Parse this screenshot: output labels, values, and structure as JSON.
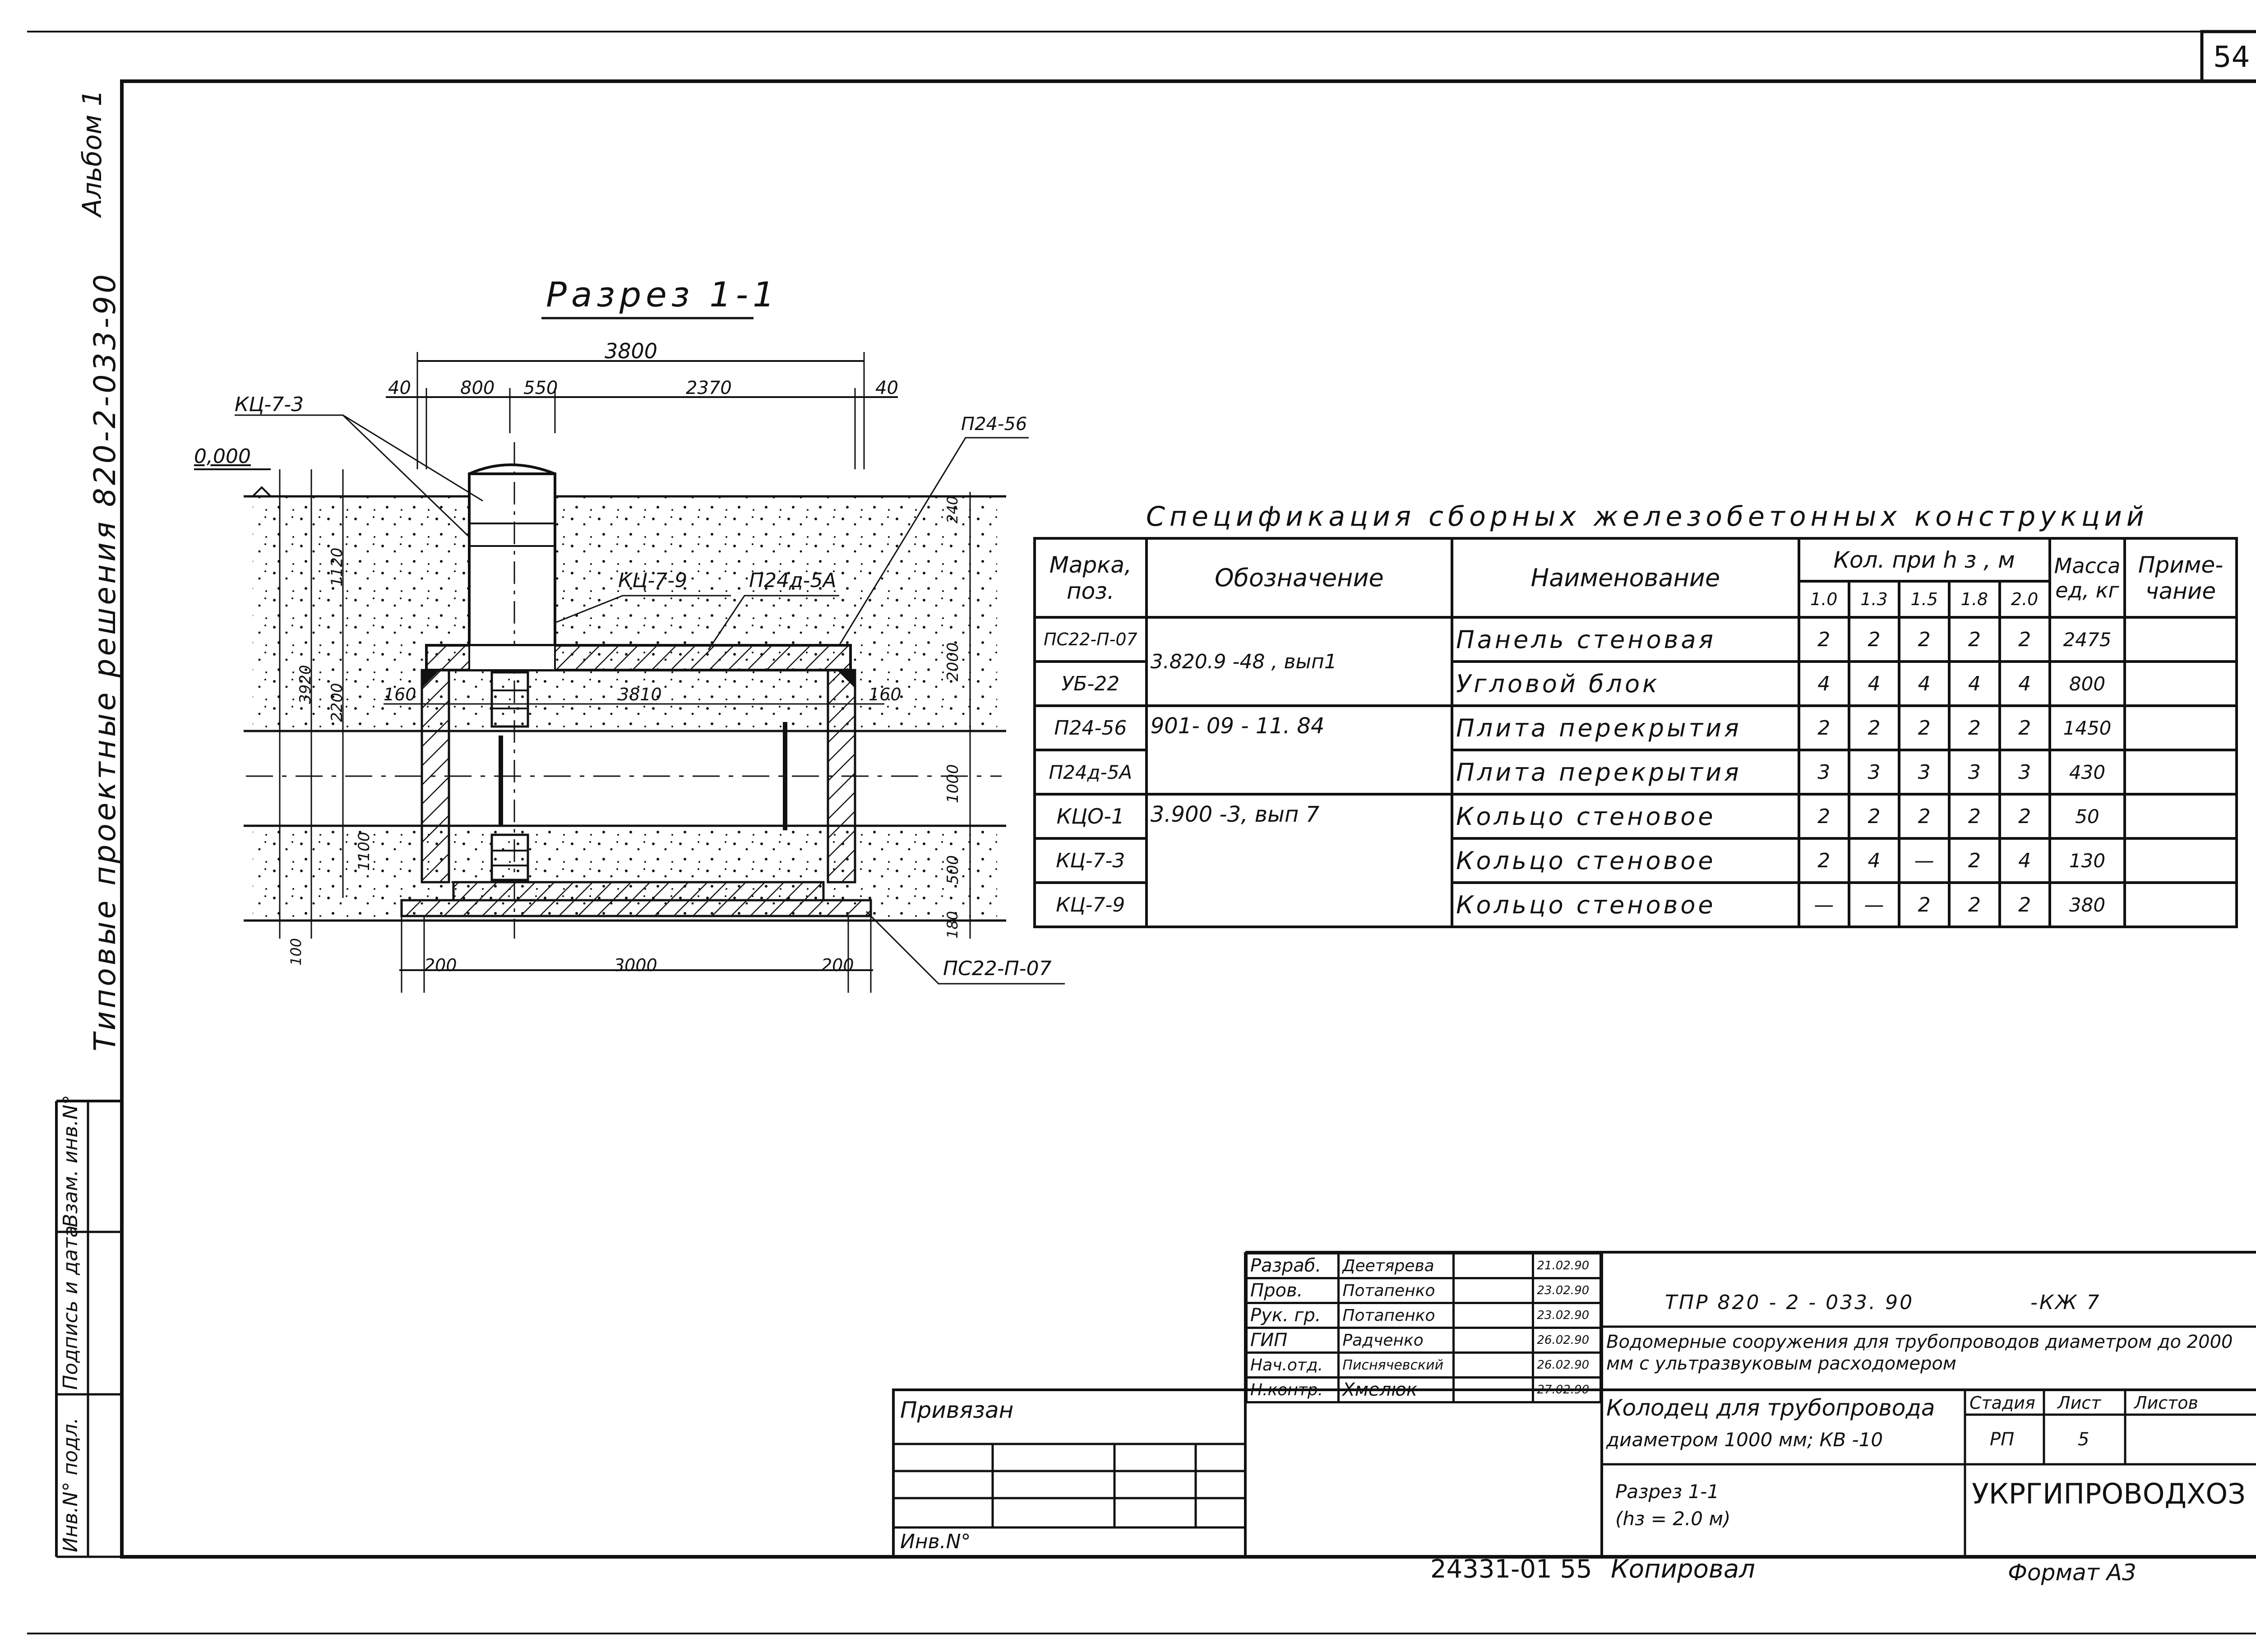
{
  "page": {
    "sheet_number": "54",
    "side": {
      "album": "Альбом 1",
      "series": "Типовые проектные решения 820-2-033-90",
      "box_labels": [
        "Инв.N° подл.",
        "Подпись и дата",
        "Взам. инв.N°"
      ]
    }
  },
  "drawing": {
    "title": "Разрез 1-1",
    "zero_mark": "0,000",
    "dims_top": [
      "3800",
      "40",
      "800",
      "550",
      "2370",
      "40"
    ],
    "dims_left": [
      "1120",
      "3920",
      "2200",
      "1100",
      "100"
    ],
    "dims_right": [
      "240",
      "2000",
      "1000",
      "500",
      "180"
    ],
    "dims_inner": [
      "160",
      "3810",
      "160"
    ],
    "dims_bottom": [
      "200",
      "3000",
      "200"
    ],
    "labels": {
      "kc73": "КЦ-7-3",
      "kc79": "КЦ-7-9",
      "p24d5a": "П24д-5А",
      "p2456": "П24-56",
      "ps22": "ПС22-П-07"
    }
  },
  "spec": {
    "title": "Спецификация сборных железобетонных конструкций",
    "headers": {
      "mark": "Марка, поз.",
      "designation": "Обозначение",
      "name": "Наименование",
      "qty": "Кол. при h з , м",
      "mass": "Масса ед, кг",
      "note": "Приме- чание"
    },
    "h_values": [
      "1.0",
      "1.3",
      "1.5",
      "1.8",
      "2.0"
    ],
    "rows": [
      {
        "mark": "ПС22-П-07",
        "designation": "3.820.9 -48 , вып1",
        "name": "Панель стеновая",
        "qty": [
          "2",
          "2",
          "2",
          "2",
          "2"
        ],
        "mass": "2475",
        "note": ""
      },
      {
        "mark": "УБ-22",
        "designation": "",
        "name": "Угловой блок",
        "qty": [
          "4",
          "4",
          "4",
          "4",
          "4"
        ],
        "mass": "800",
        "note": ""
      },
      {
        "mark": "П24-56",
        "designation": "901- 09 - 11. 84",
        "name": "Плита перекрытия",
        "qty": [
          "2",
          "2",
          "2",
          "2",
          "2"
        ],
        "mass": "1450",
        "note": ""
      },
      {
        "mark": "П24д-5А",
        "designation": "",
        "name": "Плита перекрытия",
        "qty": [
          "3",
          "3",
          "3",
          "3",
          "3"
        ],
        "mass": "430",
        "note": ""
      },
      {
        "mark": "КЦО-1",
        "designation": "3.900 -3, вып 7",
        "name": "Кольцо стеновое",
        "qty": [
          "2",
          "2",
          "2",
          "2",
          "2"
        ],
        "mass": "50",
        "note": ""
      },
      {
        "mark": "КЦ-7-3",
        "designation": "",
        "name": "Кольцо стеновое",
        "qty": [
          "2",
          "4",
          "—",
          "2",
          "4"
        ],
        "mass": "130",
        "note": ""
      },
      {
        "mark": "КЦ-7-9",
        "designation": "",
        "name": "Кольцо стеновое",
        "qty": [
          "—",
          "—",
          "2",
          "2",
          "2"
        ],
        "mass": "380",
        "note": ""
      }
    ]
  },
  "stamp": {
    "roles": [
      {
        "role": "Разраб.",
        "name": "Деетярева",
        "date": "21.02.90"
      },
      {
        "role": "Пров.",
        "name": "Потапенко",
        "date": "23.02.90"
      },
      {
        "role": "Рук. гр.",
        "name": "Потапенко",
        "date": "23.02.90"
      },
      {
        "role": "ГИП",
        "name": "Радченко",
        "date": "26.02.90"
      },
      {
        "role": "Нач.отд.",
        "name": "Писнячевский",
        "date": "26.02.90"
      },
      {
        "role": "Н.контр.",
        "name": "Хмелюк",
        "date": "27.02.90"
      }
    ],
    "doc_code": "ТПР 820 - 2 - 033. 90",
    "doc_suffix": "-КЖ 7",
    "project_title": "Водомерные сооружения для трубопроводов диаметром до 2000 мм с ультразвуковым расходомером",
    "sheet_title_1": "Колодец для трубопровода",
    "sheet_title_2": "диаметром 1000 мм; КВ -10",
    "section_title_1": "Разрез 1-1",
    "section_title_2": "(hз = 2.0 м)",
    "stage_label": "Стадия",
    "sheet_label": "Лист",
    "sheets_label": "Листов",
    "stage": "РП",
    "sheet": "5",
    "org": "УКРГИПРОВОДХОЗ",
    "bound": "Привязан",
    "inv": "Инв.N°"
  },
  "footer": {
    "number": "24331-01 55",
    "copied": "Копировал",
    "format": "Формат А3"
  }
}
